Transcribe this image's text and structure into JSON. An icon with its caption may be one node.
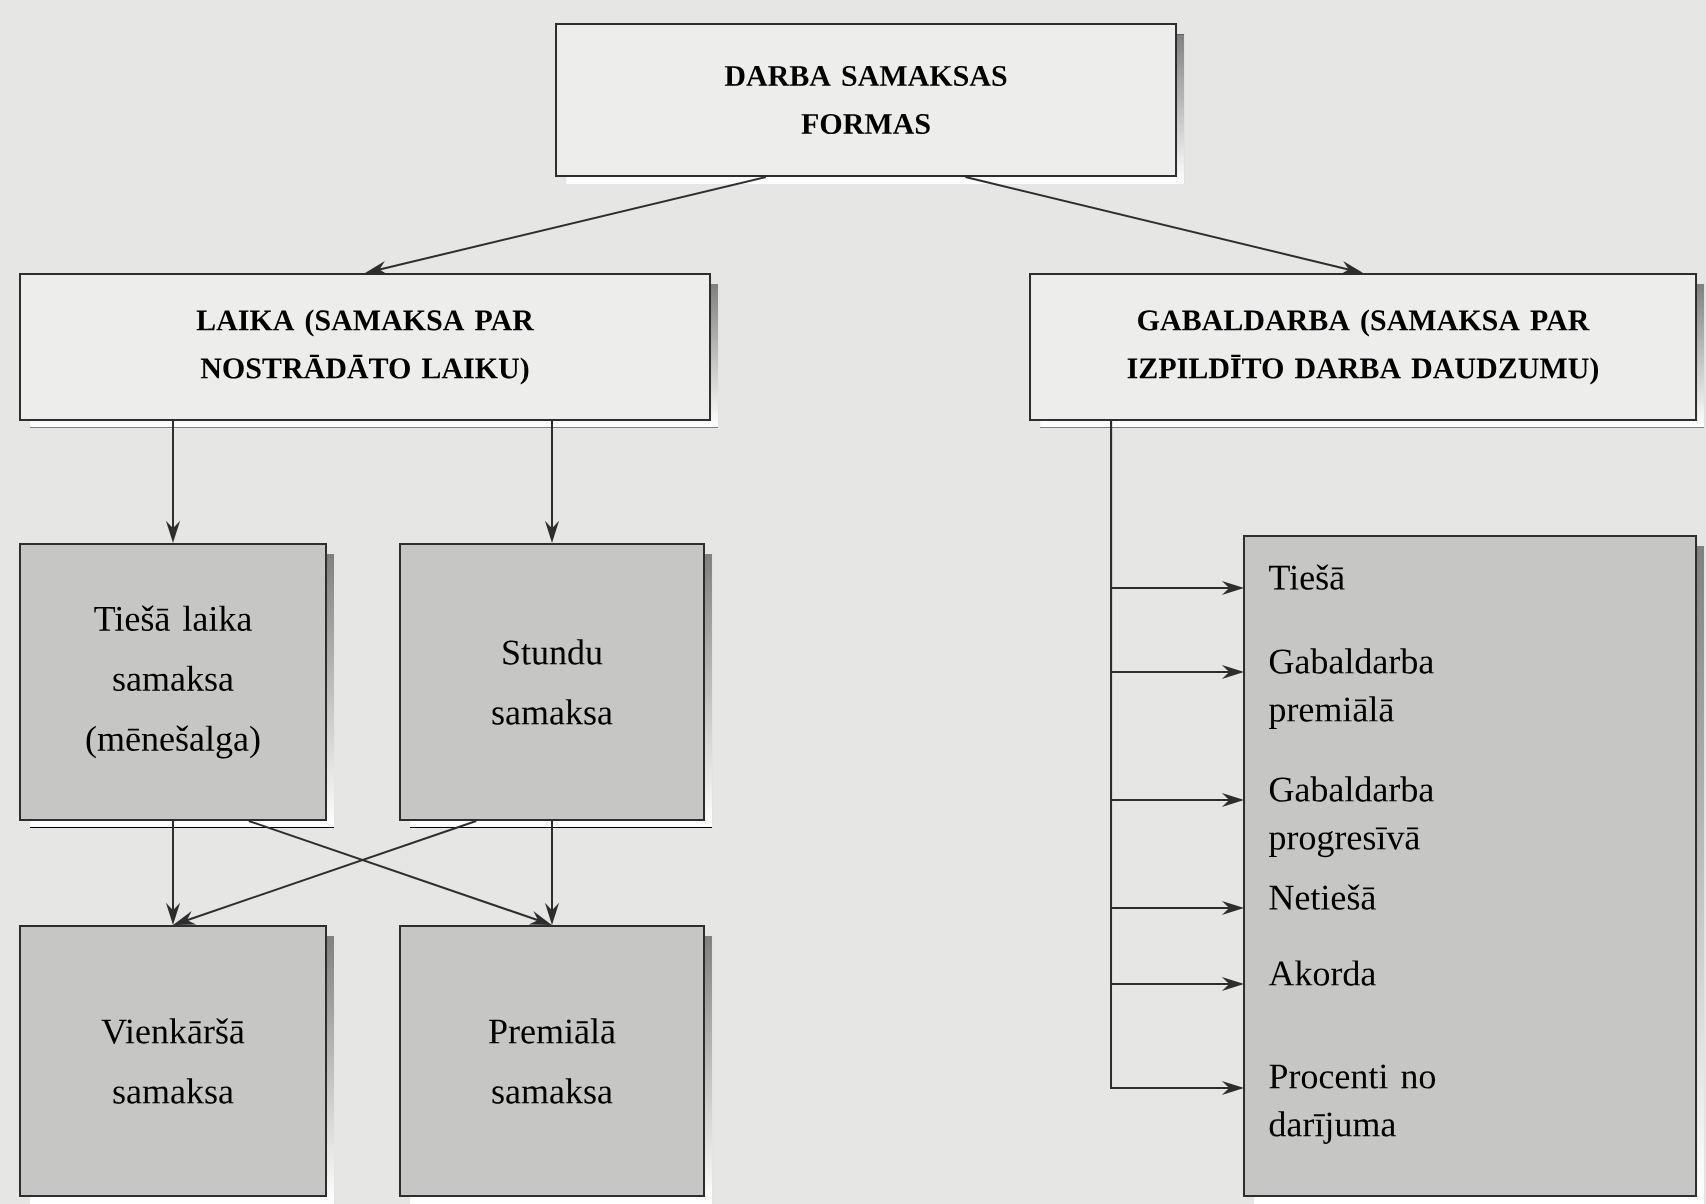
{
  "diagram": {
    "nodes": [
      {
        "text": [
          "DARBA SAMAKSAS FORMAS"
        ]
      },
      {
        "text": [
          "LAIKA (SAMAKSA PAR NOSTRĀDĀTO LAIKU)"
        ]
      },
      {
        "text": [
          "GABALDARBA (SAMAKSA PAR IZPILDĪTO DARBA DAUDZUMU)"
        ]
      },
      {
        "text": [
          "Tiešā laika samaksa (mēnešalga)"
        ]
      },
      {
        "text": [
          "Stundu samaksa"
        ]
      },
      {
        "text": [
          "Vienkāršā samaksa"
        ]
      },
      {
        "text": [
          "Premiālā samaksa"
        ]
      },
      {
        "text": [],
        "shape": "box"
      },
      {
        "text": [
          "Tiešā"
        ],
        "in": 7
      },
      {
        "text": [
          "Gabaldarba premiālā"
        ],
        "in": 7
      },
      {
        "text": [
          "Gabaldarba progresīvā"
        ],
        "in": 7
      },
      {
        "text": [
          "Netiešā"
        ],
        "in": 7
      },
      {
        "text": [
          "Akorda"
        ],
        "in": 7
      },
      {
        "text": [
          "Procenti no darījuma"
        ],
        "in": 7
      }
    ],
    "edges": [
      {
        "from": 0,
        "to": 1,
        "arrow": "to"
      },
      {
        "from": 0,
        "to": 2,
        "arrow": "to"
      },
      {
        "from": 1,
        "to": 3,
        "arrow": "to"
      },
      {
        "from": 1,
        "to": 4,
        "arrow": "to"
      },
      {
        "from": 3,
        "to": 5,
        "arrow": "to"
      },
      {
        "from": 3,
        "to": 6,
        "arrow": "to"
      },
      {
        "from": 4,
        "to": 5,
        "arrow": "to"
      },
      {
        "from": 4,
        "to": 6,
        "arrow": "to"
      },
      {
        "from": 2,
        "to": 8,
        "arrow": "to"
      },
      {
        "from": 2,
        "to": 9,
        "arrow": "to"
      },
      {
        "from": 2,
        "to": 10,
        "arrow": "to"
      },
      {
        "from": 2,
        "to": 11,
        "arrow": "to"
      },
      {
        "from": 2,
        "to": 12,
        "arrow": "to"
      },
      {
        "from": 2,
        "to": 13,
        "arrow": "to"
      }
    ]
  }
}
